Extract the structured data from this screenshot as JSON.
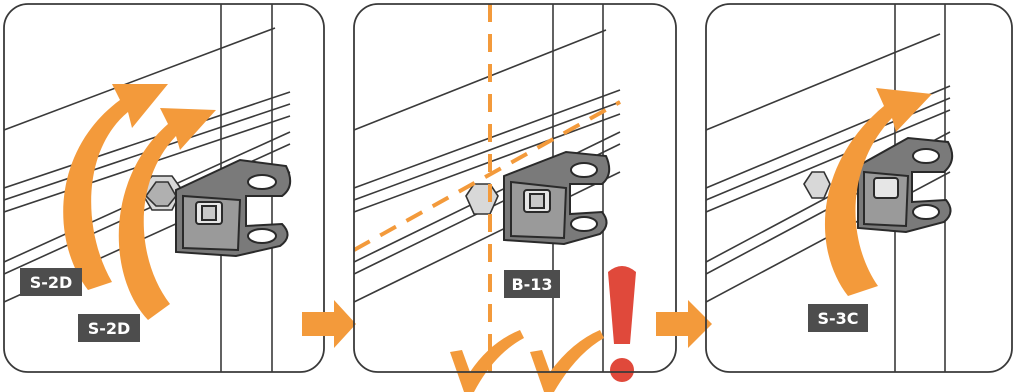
{
  "panels": [
    {
      "step": 1,
      "labels": [
        "S-2D",
        "S-2D"
      ]
    },
    {
      "step": 2,
      "labels": [
        "B-13"
      ]
    },
    {
      "step": 3,
      "labels": [
        "S-3C"
      ]
    }
  ],
  "colors": {
    "accent_orange": "#F39A3B",
    "alert_red": "#E0493B",
    "line": "#3a3a3a",
    "label_bg": "#4d4d4d",
    "label_text": "#ffffff",
    "bracket_fill": "#7a7a7a"
  },
  "icons": [
    "rotate-arrow-icon",
    "next-arrow-icon",
    "check-icon",
    "exclamation-icon"
  ]
}
